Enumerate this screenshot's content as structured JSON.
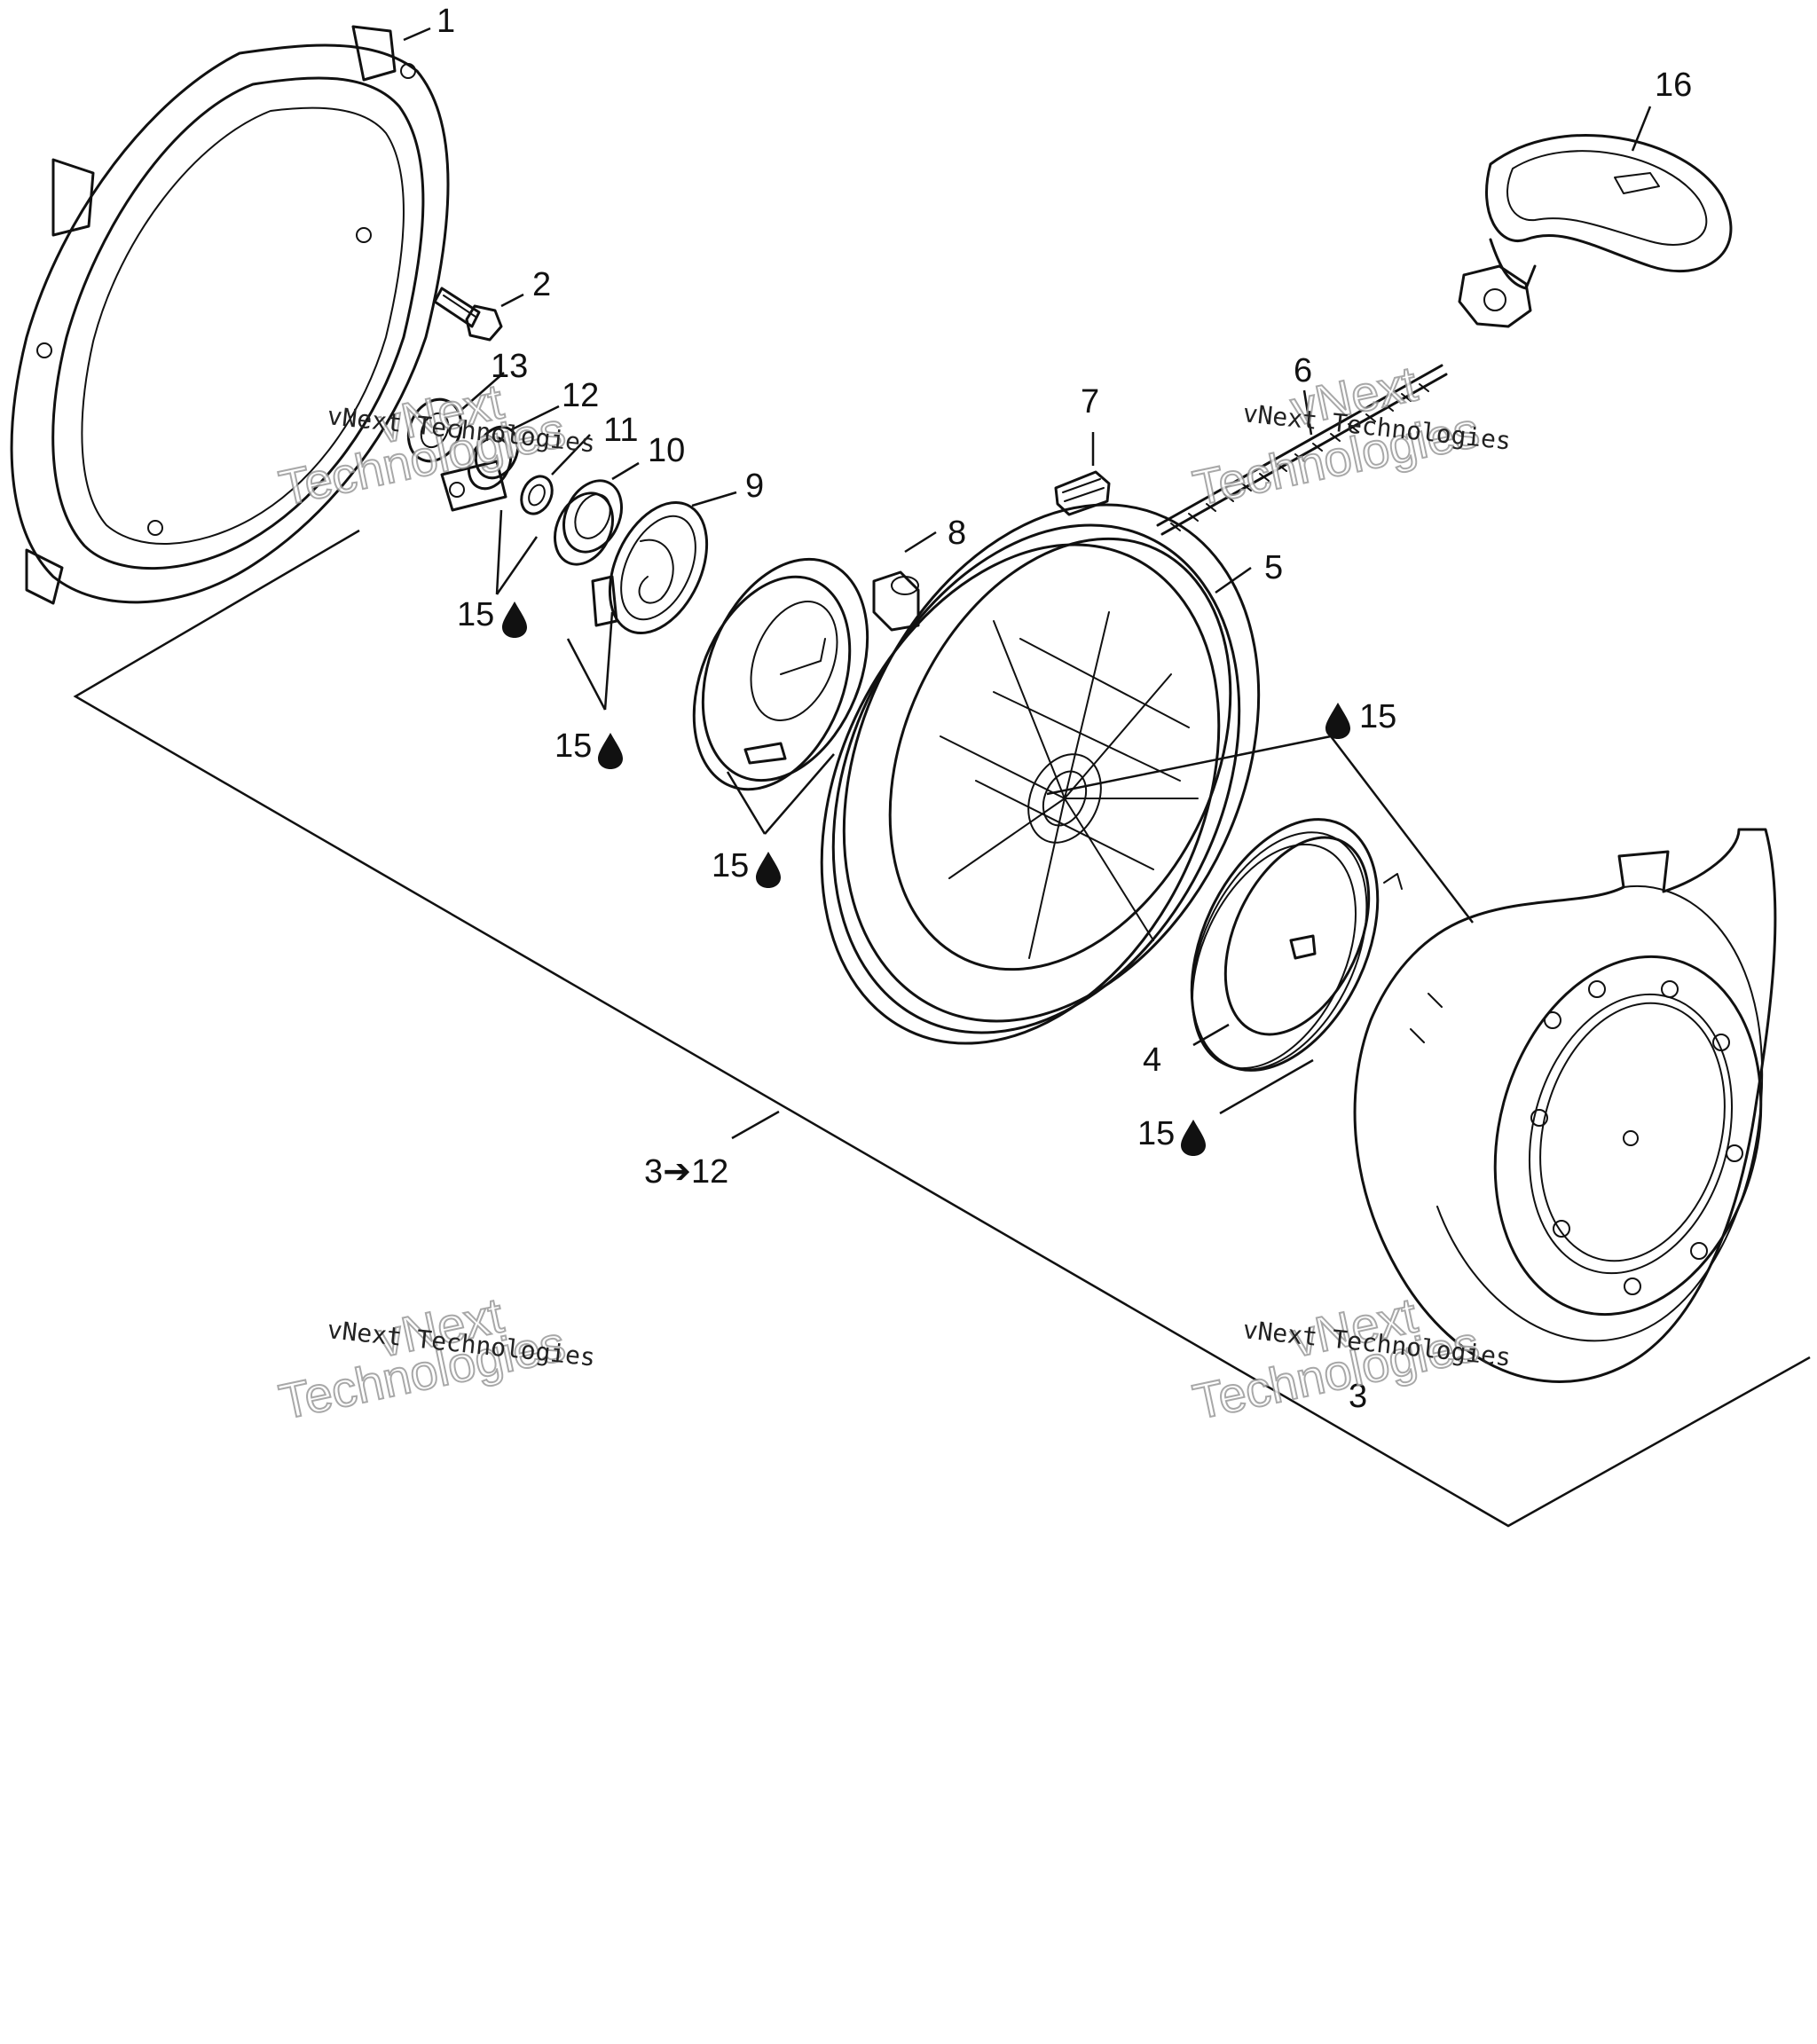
{
  "callouts": {
    "n1": "1",
    "n2": "2",
    "n3": "3",
    "n4": "4",
    "n5": "5",
    "n6": "6",
    "n7": "7",
    "n8": "8",
    "n9": "9",
    "n10": "10",
    "n11": "11",
    "n12": "12",
    "n13": "13",
    "n15a": "15",
    "n15b": "15",
    "n15c": "15",
    "n15d": "15",
    "n15e": "15",
    "n16": "16",
    "range_label": "3➔12"
  },
  "watermark": {
    "line1": "vNext Technologies",
    "big1": "vNext",
    "big2": "Technologies"
  },
  "icons": {
    "lubricant_symbol": "oil-drop-icon"
  }
}
